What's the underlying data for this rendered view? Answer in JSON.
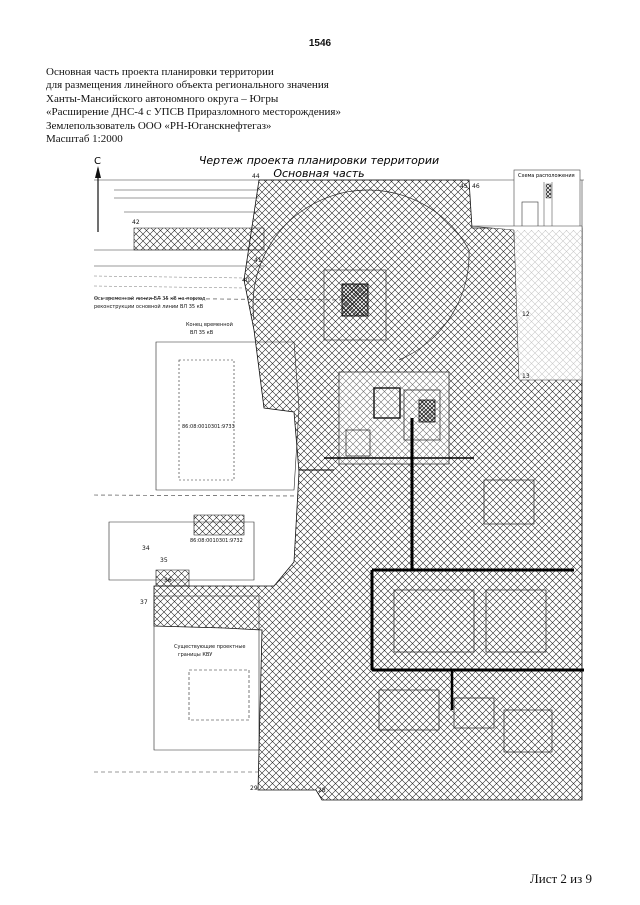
{
  "page": {
    "number": "1546"
  },
  "header": {
    "lines": [
      "Основная часть проекта планировки территории",
      " для размещения линейного объекта регионального значения",
      "Ханты-Мансийского автономного округа – Югры",
      "«Расширение ДНС-4 с УПСВ Приразломного месторождения»",
      "Землепользователь ООО «РН-Юганскнефтегаз»",
      "Масштаб 1:2000"
    ]
  },
  "drawing": {
    "title_line1": "Чертеж проекта планировки территории",
    "title_line2": "Основная часть",
    "north_letter": "С",
    "point_labels": [
      "44",
      "45",
      "46",
      "42",
      "41",
      "40",
      "12",
      "13",
      "36",
      "35",
      "34",
      "37",
      "29",
      "28"
    ],
    "annotations": [
      "Ось временной линии ВЛ 35 кВ на период",
      "реконструкции основной линии ВЛ 35 кВ",
      "Конец временной",
      "ВЛ 35 кВ",
      "86:08:0010301:9733",
      "86:08:0010301:9732",
      "Существующие проектные",
      "границы КВУ"
    ],
    "legend_caption": "Схема расположения"
  },
  "footer": {
    "sheet": "Лист 2 из 9"
  }
}
